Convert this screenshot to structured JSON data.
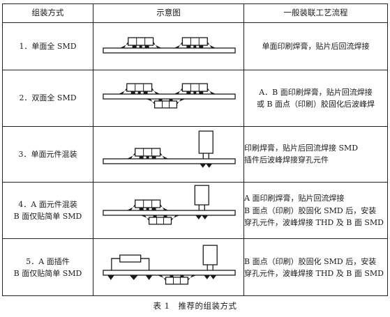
{
  "table": {
    "headers": [
      "组装方式",
      "示意图",
      "一般装联工艺流程"
    ],
    "rows": [
      {
        "method": "1．单面全 SMD",
        "process": "单面印刷焊膏，贴片后回流焊接"
      },
      {
        "method": "2．双面全 SMD",
        "process": "A．B 面印刷焊膏，贴片回流焊接\n或 B 面点（印刷）胶固化后波峰焊"
      },
      {
        "method": "3．单面元件混装",
        "process": "印刷焊膏，贴片后回流焊接 SMD\n插件后波峰焊接穿孔元件"
      },
      {
        "method": "4．A 面元件混装\nB 面仅贴简单 SMD",
        "process": "A 面印刷焊膏，贴片回流焊接\nB 面点（印刷）胶固化 SMD 后，安装\n穿孔元件，波峰焊接 THD 及 B 面 SMD"
      },
      {
        "method": "5．A 面插件\nB 面仅贴简单 SMD",
        "process": "B 面点（印刷）胶固化 SMD 后，安装\n穿孔元件，波峰焊接 THD 及 B 面 SMD"
      }
    ]
  },
  "caption": "表 1　推荐的组装方式",
  "colors": {
    "ink": "#1a1a1a",
    "paper": "#ffffff"
  }
}
